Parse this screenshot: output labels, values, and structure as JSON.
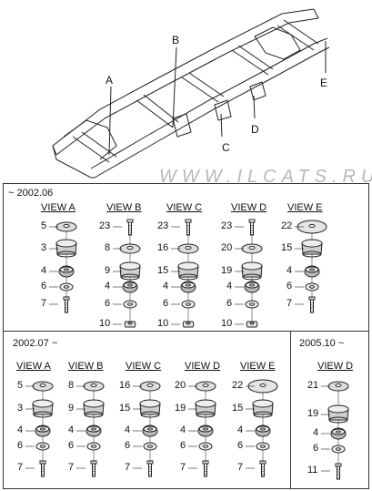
{
  "watermark": "WWW.ILCATS.RU",
  "frame_letters": [
    "A",
    "B",
    "C",
    "D",
    "E"
  ],
  "sections": [
    {
      "date": "~ 2002.06",
      "views": [
        {
          "title": "VIEW A",
          "parts": [
            "5",
            "3",
            "4",
            "6",
            "7"
          ]
        },
        {
          "title": "VIEW B",
          "parts": [
            "23",
            "8",
            "9",
            "4",
            "6",
            "10"
          ]
        },
        {
          "title": "VIEW C",
          "parts": [
            "23",
            "16",
            "15",
            "4",
            "6",
            "10"
          ]
        },
        {
          "title": "VIEW D",
          "parts": [
            "23",
            "20",
            "19",
            "4",
            "6",
            "10"
          ]
        },
        {
          "title": "VIEW E",
          "parts": [
            "22",
            "15",
            "4",
            "6",
            "7"
          ]
        }
      ]
    },
    {
      "date": "2002.07 ~",
      "views": [
        {
          "title": "VIEW A",
          "parts": [
            "5",
            "3",
            "4",
            "6",
            "7"
          ]
        },
        {
          "title": "VIEW B",
          "parts": [
            "8",
            "9",
            "4",
            "6",
            "7"
          ]
        },
        {
          "title": "VIEW C",
          "parts": [
            "16",
            "15",
            "4",
            "6",
            "7"
          ]
        },
        {
          "title": "VIEW D",
          "parts": [
            "20",
            "19",
            "4",
            "6",
            "7"
          ]
        },
        {
          "title": "VIEW E",
          "parts": [
            "22",
            "15",
            "4",
            "6",
            "7"
          ]
        }
      ]
    },
    {
      "date": "2005.10 ~",
      "views": [
        {
          "title": "VIEW D",
          "parts": [
            "21",
            "19",
            "4",
            "6",
            "11"
          ]
        }
      ]
    }
  ]
}
